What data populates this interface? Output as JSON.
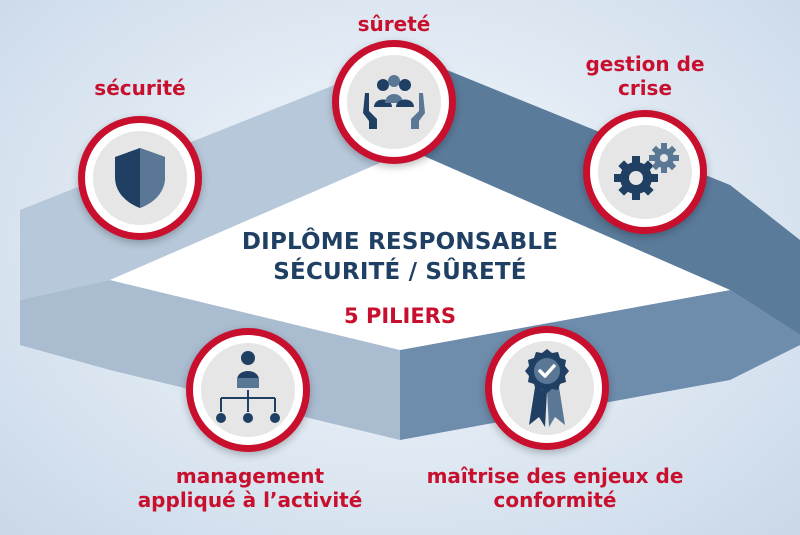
{
  "title": {
    "line1": "DIPLÔME RESPONSABLE",
    "line2": "SÉCURITÉ / SÛRETÉ"
  },
  "subtitle": "5 PILIERS",
  "pillars": [
    {
      "label": "sécurité",
      "icon": "shield-icon"
    },
    {
      "label": "sûreté",
      "icon": "protected-people-icon"
    },
    {
      "label_line1": "gestion de",
      "label_line2": "crise",
      "icon": "gears-icon"
    },
    {
      "label_line1": "management",
      "label_line2": "appliqué à l’activité",
      "icon": "org-chart-icon"
    },
    {
      "label_line1": "maîtrise des enjeux de",
      "label_line2": "conformité",
      "icon": "certification-ribbon-icon"
    }
  ],
  "colors": {
    "accent_red": "#c8102e",
    "navy": "#1f3f63",
    "steel_blue": "#4f6f8f",
    "icon_bg": "#e6e6e6"
  }
}
